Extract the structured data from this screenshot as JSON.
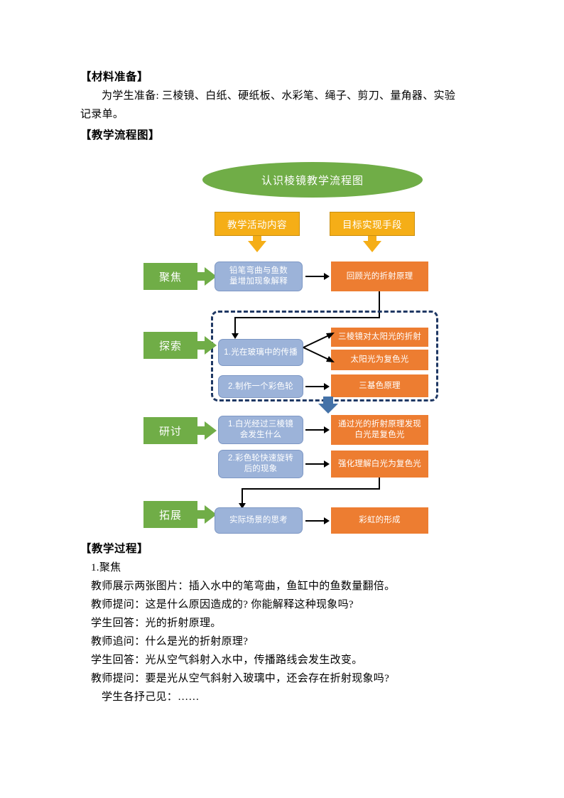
{
  "document": {
    "materials": {
      "heading": "【材料准备】",
      "line1": "为学生准备: 三棱镜、白纸、硬纸板、水彩笔、绳子、剪刀、量角器、实验",
      "line2": "记录单。"
    },
    "flow_heading": "【教学流程图】",
    "process": {
      "heading": "【教学过程】",
      "lines": [
        "1.聚焦",
        "教师展示两张图片：插入水中的笔弯曲，鱼缸中的鱼数量翻倍。",
        "教师提问：这是什么原因造成的? 你能解释这种现象吗?",
        "学生回答：光的折射原理。",
        "教师追问：什么是光的折射原理?",
        "学生回答：光从空气斜射入水中，传播路线会发生改变。",
        "教师提问：要是光从空气斜射入玻璃中，还会存在折射现象吗?",
        "学生各抒己见：……"
      ]
    }
  },
  "flowchart": {
    "title": "认识棱镜教学流程图",
    "column_headers": [
      {
        "label": "教学活动内容"
      },
      {
        "label": "目标实现手段"
      }
    ],
    "stages": [
      {
        "name": "聚焦"
      },
      {
        "name": "探索"
      },
      {
        "name": "研讨"
      },
      {
        "name": "拓展"
      }
    ],
    "activities": [
      {
        "label": "铅笔弯曲与鱼数\n量增加现象解释"
      },
      {
        "label": "1.光在玻璃中的传播"
      },
      {
        "label": "2.制作一个彩色轮"
      },
      {
        "label": "1.白光经过三棱镜\n会发生什么"
      },
      {
        "label": "2.彩色轮快速旋转\n后的现象"
      },
      {
        "label": "实际场景的思考"
      }
    ],
    "outcomes": [
      {
        "label": "回顾光的折射原理"
      },
      {
        "label": "三棱镜对太阳光的折射"
      },
      {
        "label": "太阳光为复色光"
      },
      {
        "label": "三基色原理"
      },
      {
        "label": "通过光的折射原理发现\n白光是复色光"
      },
      {
        "label": "强化理解白光为复色光"
      },
      {
        "label": "彩虹的形成"
      }
    ],
    "colors": {
      "title_green": "#70ad47",
      "stage_green": "#70ad47",
      "header_gold": "#f5ae17",
      "activity_blue": "#9cb3d9",
      "outcome_orange": "#ed7d31",
      "dashed_navy": "#1f3864",
      "transition_blue": "#4472a8"
    }
  }
}
